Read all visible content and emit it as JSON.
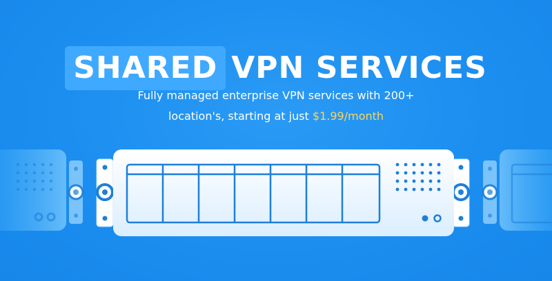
{
  "hero": {
    "title_highlight": "SHARED",
    "title_rest": "VPN SERVICES",
    "subtitle_line1": "Fully managed enterprise VPN services with 200+",
    "subtitle_line2_prefix": "location's, starting at just ",
    "subtitle_price": "$1.99/month"
  },
  "colors": {
    "background": "#1b8ef0",
    "highlight": "#3fa9ff",
    "price": "#ffd45a",
    "server_outline": "#1d7fd9"
  },
  "icons": {
    "left_server": "server-rack-illustration",
    "center_server": "server-rack-illustration",
    "right_server": "server-rack-illustration"
  }
}
